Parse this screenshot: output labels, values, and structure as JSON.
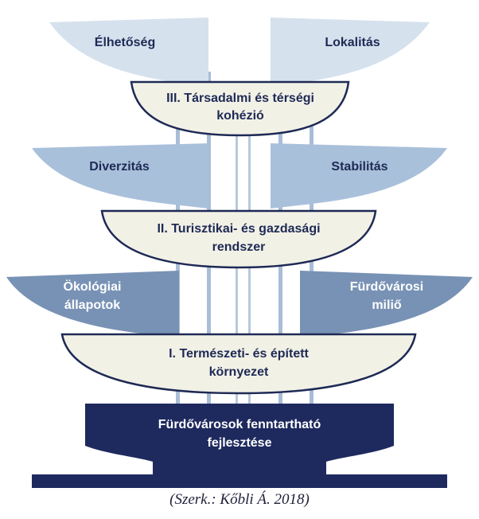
{
  "colors": {
    "leaf_top": "#d6e1ee",
    "leaf_mid": "#a9c0db",
    "leaf_low": "#7892b5",
    "bowl_fill": "#f2f1e6",
    "bowl_stroke": "#1e2a55",
    "base_fill": "#1e2a5e",
    "stem": "#a9bdd6",
    "text_dark": "#1e2a55",
    "text_light": "#ffffff"
  },
  "leaves": {
    "top_left": {
      "label": "Élhetőség"
    },
    "top_right": {
      "label": "Lokalitás"
    },
    "mid_left": {
      "label": "Diverzitás"
    },
    "mid_right": {
      "label": "Stabilitás"
    },
    "low_left": {
      "lines": [
        "Ökológiai",
        "állapotok"
      ]
    },
    "low_right": {
      "lines": [
        "Fürdővárosi",
        "miliő"
      ]
    }
  },
  "bowls": {
    "level3": {
      "lines": [
        "III. Társadalmi és térségi",
        "kohézió"
      ]
    },
    "level2": {
      "lines": [
        "II. Turisztikai- és gazdasági",
        "rendszer"
      ]
    },
    "level1": {
      "lines": [
        "I. Természeti- és épített",
        "környezet"
      ]
    }
  },
  "base": {
    "lines": [
      "Fürdővárosok fenntartható",
      "fejlesztése"
    ]
  },
  "caption": "(Szerk.: Kőbli Á. 2018)"
}
